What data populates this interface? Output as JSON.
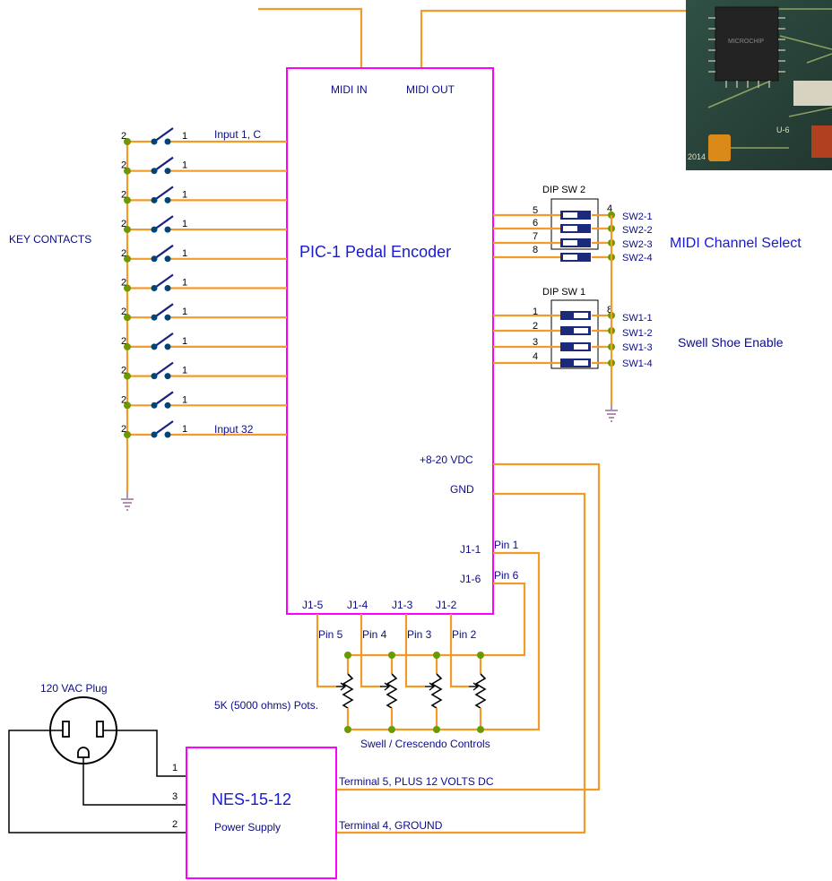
{
  "encoder": {
    "title": "PIC-1 Pedal Encoder",
    "midi_in": "MIDI IN",
    "midi_out": "MIDI OUT",
    "vdc": "+8-20 VDC",
    "gnd": "GND",
    "j1_1": "J1-1",
    "j1_6": "J1-6",
    "j1_5": "J1-5",
    "j1_4": "J1-4",
    "j1_3": "J1-3",
    "j1_2": "J1-2"
  },
  "keys": {
    "label": "KEY CONTACTS",
    "first_input": "Input 1,  C",
    "last_input": "Input 32",
    "pin_left": "2",
    "pin_right": "1",
    "switch_count": 11
  },
  "dip2": {
    "title": "DIP SW 2",
    "left_pins": [
      "5",
      "6",
      "7",
      "8"
    ],
    "right_pin": "4",
    "outputs": [
      "SW2-1",
      "SW2-2",
      "SW2-3",
      "SW2-4"
    ],
    "function": "MIDI Channel Select"
  },
  "dip1": {
    "title": "DIP SW 1",
    "left_pins": [
      "1",
      "2",
      "3",
      "4"
    ],
    "right_pin": "8",
    "outputs": [
      "SW1-1",
      "SW1-2",
      "SW1-3",
      "SW1-4"
    ],
    "function": "Swell Shoe Enable"
  },
  "pots": {
    "pins": [
      "Pin 5",
      "Pin 4",
      "Pin 3",
      "Pin 2"
    ],
    "pin1": "Pin 1",
    "pin6": "Pin 6",
    "label": "5K (5000 ohms) Pots.",
    "controls": "Swell / Crescendo Controls"
  },
  "plug": {
    "label": "120 VAC Plug"
  },
  "psu": {
    "model": "NES-15-12",
    "subtitle": "Power Supply",
    "pins": [
      "1",
      "3",
      "2"
    ],
    "terminal5": "Terminal 5, PLUS 12 VOLTS DC",
    "terminal4": "Terminal 4, GROUND"
  },
  "photo": {
    "chip_text": "MICROCHIP",
    "board_marks": [
      "2014",
      "U-6"
    ]
  },
  "colors": {
    "wire": "#f39b2a",
    "box": "#ff00ff",
    "text": "#1a1ad0"
  }
}
